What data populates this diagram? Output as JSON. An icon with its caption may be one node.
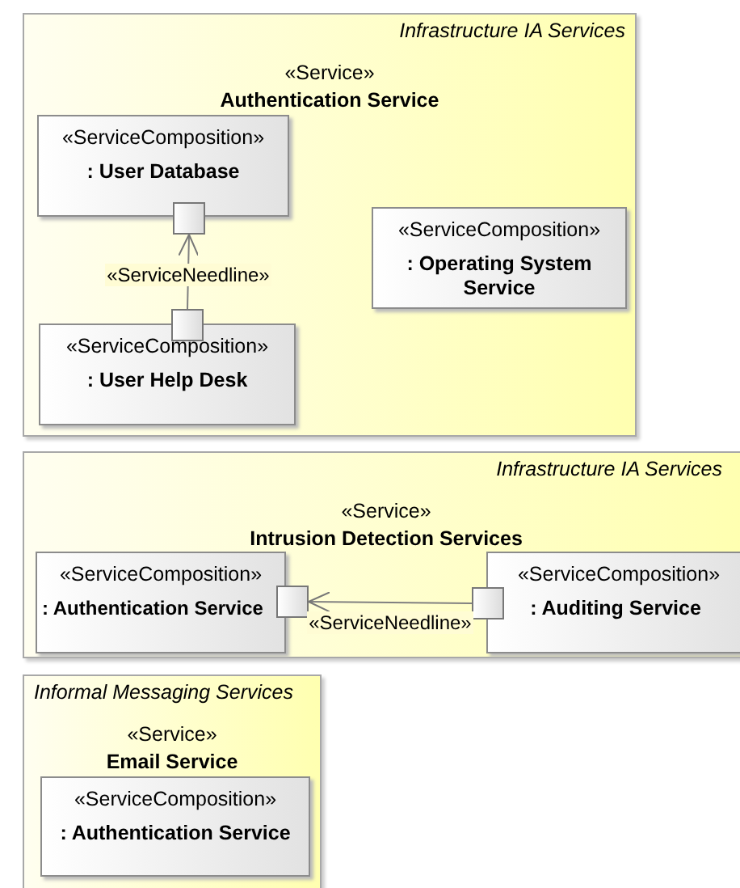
{
  "diagram": {
    "nodes": [
      {
        "text": [
          "Infrastructure IA Services",
          "«Service»",
          "Authentication Service"
        ]
      },
      {
        "text": [
          "«ServiceComposition»",
          ": User Database"
        ],
        "in": 0
      },
      {
        "text": [],
        "shape": "box",
        "in": 0
      },
      {
        "text": [
          "«ServiceComposition»",
          ": Operating System Service"
        ],
        "in": 0
      },
      {
        "text": [
          "«ServiceComposition»",
          ": User Help Desk"
        ],
        "in": 0
      },
      {
        "text": [],
        "shape": "box",
        "in": 0
      },
      {
        "text": [
          "Infrastructure IA Services",
          "«Service»",
          "Intrusion Detection Services"
        ]
      },
      {
        "text": [
          "«ServiceComposition»",
          ": Authentication Service"
        ],
        "in": 6
      },
      {
        "text": [],
        "shape": "box",
        "in": 6
      },
      {
        "text": [
          "«ServiceComposition»",
          ": Auditing Service"
        ],
        "in": 6
      },
      {
        "text": [],
        "shape": "box",
        "in": 6
      },
      {
        "text": [
          "Informal Messaging Services",
          "«Service»",
          "Email Service"
        ]
      },
      {
        "text": [
          "«ServiceComposition»",
          ": Authentication Service"
        ],
        "in": 11
      }
    ],
    "edges": [
      {
        "from": 5,
        "to": 2,
        "arrow": "to",
        "label": "«ServiceNeedline»"
      },
      {
        "from": 10,
        "to": 8,
        "arrow": "to",
        "label": "«ServiceNeedline»"
      }
    ]
  }
}
